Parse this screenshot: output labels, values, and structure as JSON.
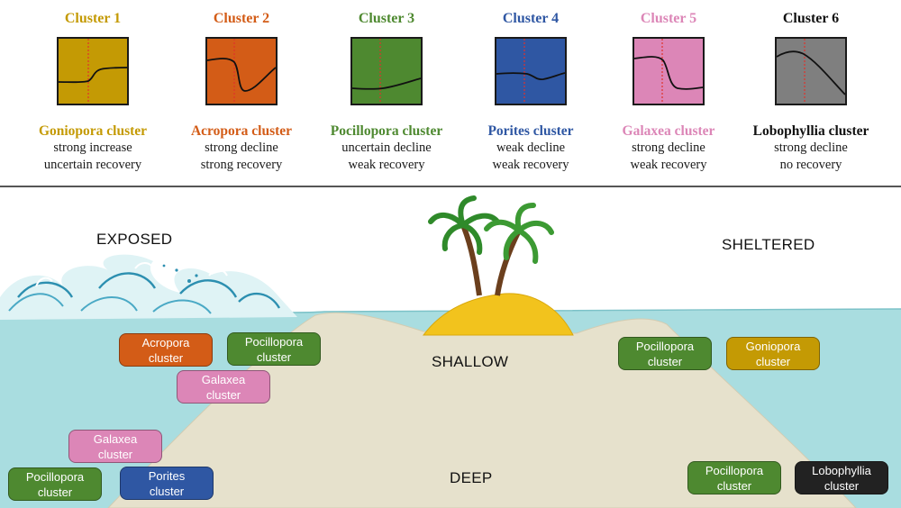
{
  "colors": {
    "cluster1": "#c49a04",
    "cluster2": "#d35c17",
    "cluster3": "#4e8930",
    "cluster4": "#2f57a3",
    "cluster5": "#dc86b7",
    "cluster6": "#7f7f7f",
    "lobophyllia_tag": "#222222",
    "sea": "#a9dde0",
    "seabed": "#e6e1cc",
    "sand": "#f2c31d"
  },
  "clusters": [
    {
      "title": "Cluster 1",
      "name": "Goniopora cluster",
      "line1": "strong increase",
      "line2": "uncertain recovery",
      "color_key": "cluster1"
    },
    {
      "title": "Cluster 2",
      "name": "Acropora cluster",
      "line1": "strong decline",
      "line2": "strong recovery",
      "color_key": "cluster2"
    },
    {
      "title": "Cluster 3",
      "name": "Pocillopora cluster",
      "line1": "uncertain decline",
      "line2": "weak recovery",
      "color_key": "cluster3"
    },
    {
      "title": "Cluster 4",
      "name": "Porites cluster",
      "line1": "weak decline",
      "line2": "weak recovery",
      "color_key": "cluster4"
    },
    {
      "title": "Cluster 5",
      "name": "Galaxea cluster",
      "line1": "strong decline",
      "line2": "weak recovery",
      "color_key": "cluster5"
    },
    {
      "title": "Cluster 6",
      "name": "Lobophyllia cluster",
      "line1": "strong decline",
      "line2": "no recovery",
      "color_key": "cluster6"
    }
  ],
  "scene": {
    "exposed": "EXPOSED",
    "sheltered": "SHELTERED",
    "shallow": "SHALLOW",
    "deep": "DEEP"
  },
  "tags": {
    "exp_shallow_acropora": {
      "l1": "Acropora",
      "l2": "cluster",
      "color_key": "cluster2"
    },
    "exp_shallow_pocillopora": {
      "l1": "Pocillopora",
      "l2": "cluster",
      "color_key": "cluster3"
    },
    "exp_shallow_galaxea": {
      "l1": "Galaxea",
      "l2": "cluster",
      "color_key": "cluster5"
    },
    "exp_deep_galaxea": {
      "l1": "Galaxea",
      "l2": "cluster",
      "color_key": "cluster5"
    },
    "exp_deep_pocillopora": {
      "l1": "Pocillopora",
      "l2": "cluster",
      "color_key": "cluster3"
    },
    "exp_deep_porites": {
      "l1": "Porites",
      "l2": "cluster",
      "color_key": "cluster4"
    },
    "shel_shallow_pocillopora": {
      "l1": "Pocillopora",
      "l2": "cluster",
      "color_key": "cluster3"
    },
    "shel_shallow_goniopora": {
      "l1": "Goniopora",
      "l2": "cluster",
      "color_key": "cluster1"
    },
    "shel_deep_pocillopora": {
      "l1": "Pocillopora",
      "l2": "cluster",
      "color_key": "cluster3"
    },
    "shel_deep_lobophyllia": {
      "l1": "Lobophyllia",
      "l2": "cluster",
      "color_key": "lobophyllia_tag"
    }
  }
}
